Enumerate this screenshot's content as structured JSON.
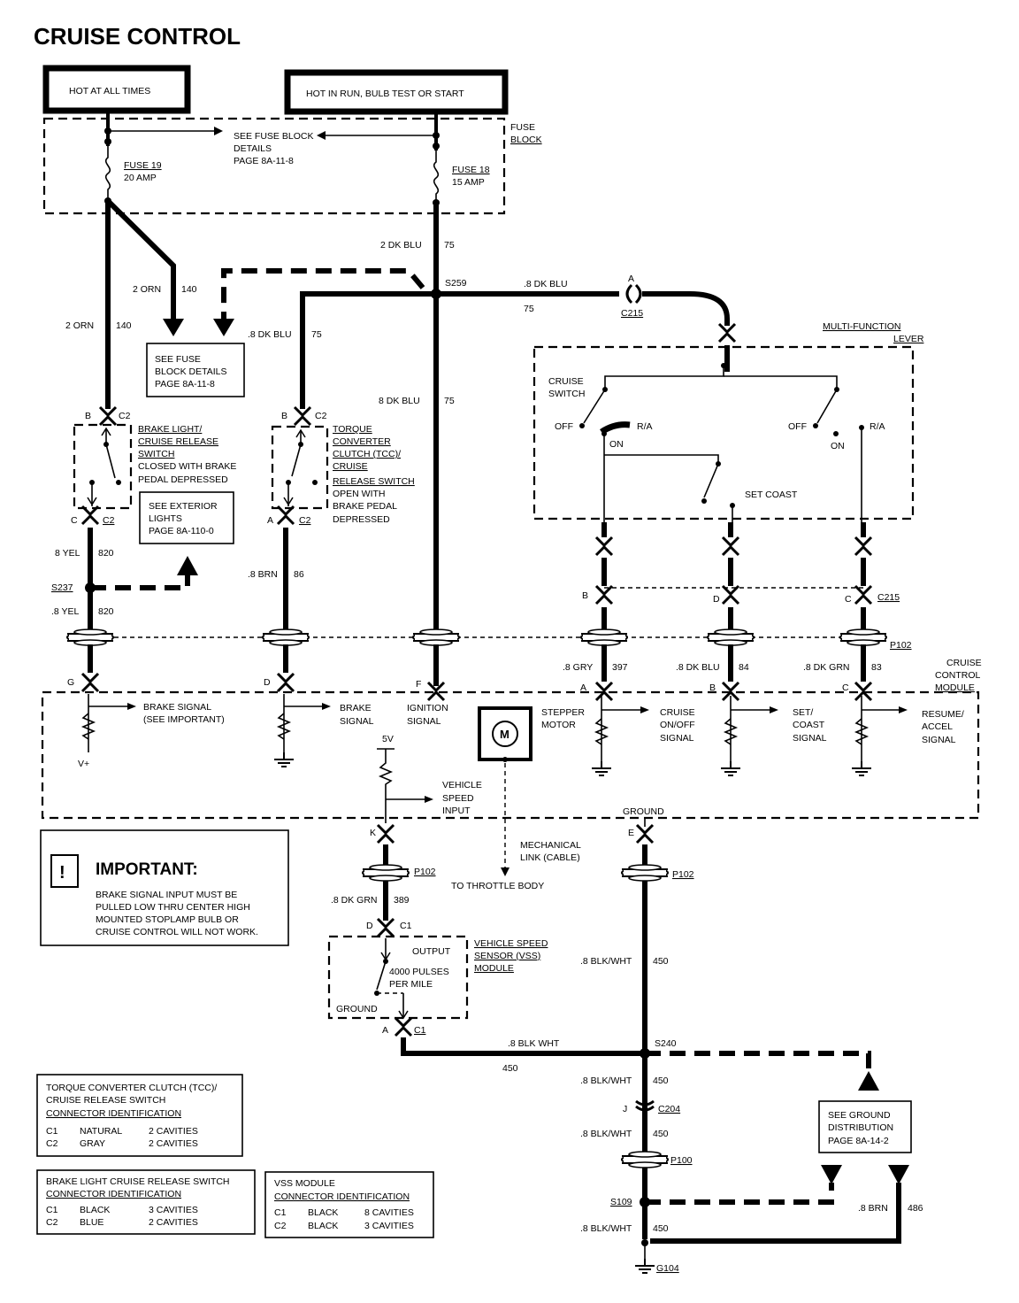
{
  "title": "CRUISE CONTROL",
  "power": {
    "hot_all_times": "HOT AT ALL TIMES",
    "hot_in_run": "HOT IN RUN, BULB TEST OR START"
  },
  "fuse_block": {
    "label1": "FUSE",
    "label2": "BLOCK",
    "see1": "SEE FUSE BLOCK",
    "see2": "DETAILS",
    "see3": "PAGE 8A-11-8",
    "fuse19_a": "FUSE 19",
    "fuse19_b": "20 AMP",
    "fuse18_a": "FUSE 18",
    "fuse18_b": "15 AMP"
  },
  "see_fuse_box": [
    "SEE FUSE",
    "BLOCK DETAILS",
    "PAGE 8A-11-8"
  ],
  "wires": {
    "w_2dkblu75": "2 DK BLU",
    "w_75": "75",
    "w_2orn140a": "2 ORN",
    "w_140a": "140",
    "w_2orn140b": "2 ORN",
    "w_140b": "140",
    "w_8dkblu75": ".8 DK BLU",
    "w_75b": "75",
    "w_8dkblu75c": "8 DK BLU",
    "w_75c": "75",
    "w_8dkblu_top": ".8 DK BLU",
    "w_75d": "75",
    "w_8yel820a": "8 YEL",
    "w_820a": "820",
    "w_8yel820b": ".8 YEL",
    "w_820b": "820",
    "w_8brn86": ".8 BRN",
    "w_86": "86",
    "w_8gry397": ".8 GRY",
    "w_397": "397",
    "w_8dkblu84": ".8 DK BLU",
    "w_84": "84",
    "w_8dkgrn83": ".8 DK GRN",
    "w_83": "83",
    "w_8dkgrn389": ".8 DK GRN",
    "w_389": "389",
    "w_8blkwht450a": ".8 BLK/WHT",
    "w_450a": "450",
    "w_8blkwht_h": ".8 BLK WHT",
    "w_450h": "450",
    "w_8blkwht450b": ".8 BLK/WHT",
    "w_450b": "450",
    "w_8blkwht450c": ".8 BLK/WHT",
    "w_450c": "450",
    "w_8blkwht450d": ".8 BLK/WHT",
    "w_450d": "450",
    "w_8brn486": ".8 BRN",
    "w_486": "486"
  },
  "splices": {
    "s259": "S259",
    "s237": "S237",
    "s240": "S240",
    "s109": "S109",
    "g104": "G104"
  },
  "connectors": {
    "c215_a": "A",
    "c215": "C215",
    "c215b": "C215",
    "p102a": "P102",
    "p102b": "P102",
    "p102c": "P102",
    "p100": "P100",
    "c204": "C204",
    "j": "J",
    "b1": "B",
    "c2a": "C2",
    "c1": "C",
    "c2b": "C2",
    "b2": "B",
    "c2c": "C2",
    "a2": "A",
    "c2d": "C2",
    "pin_b": "B",
    "pin_d": "D",
    "pin_c": "C",
    "mod_g": "G",
    "mod_d": "D",
    "mod_f": "F",
    "mod_a": "A",
    "mod_b": "B",
    "mod_c": "C",
    "mod_k": "K",
    "mod_e": "E",
    "vss_d": "D",
    "vss_c1a": "C1",
    "vss_a": "A",
    "vss_c1b": "C1"
  },
  "brake_switch": [
    "BRAKE LIGHT/",
    "CRUISE RELEASE",
    "SWITCH",
    "CLOSED WITH BRAKE",
    "PEDAL DEPRESSED"
  ],
  "tcc_switch": [
    "TORQUE",
    "CONVERTER",
    "CLUTCH (TCC)/",
    "CRUISE",
    "RELEASE SWITCH",
    "OPEN WITH",
    "BRAKE PEDAL",
    "DEPRESSED"
  ],
  "see_exterior": [
    "SEE EXTERIOR",
    "LIGHTS",
    "PAGE 8A-110-0"
  ],
  "mfl": {
    "label1": "MULTI-FUNCTION",
    "label2": "LEVER",
    "cruise1": "CRUISE",
    "cruise2": "SWITCH",
    "off1": "OFF",
    "ra1": "R/A",
    "on1": "ON",
    "off2": "OFF",
    "ra2": "R/A",
    "on2": "ON",
    "setcoast": "SET COAST"
  },
  "module": {
    "label1": "CRUISE",
    "label2": "CONTROL",
    "label3": "MODULE",
    "brake_sig1": "BRAKE SIGNAL",
    "brake_sig2": "(SEE IMPORTANT)",
    "vplus": "V+",
    "brake1": "BRAKE",
    "brake2": "SIGNAL",
    "ign1": "IGNITION",
    "ign2": "SIGNAL",
    "motor": "M",
    "stepper1": "STEPPER",
    "stepper2": "MOTOR",
    "cruise1": "CRUISE",
    "cruise2": "ON/OFF",
    "cruise3": "SIGNAL",
    "set1": "SET/",
    "set2": "COAST",
    "set3": "SIGNAL",
    "res1": "RESUME/",
    "res2": "ACCEL",
    "res3": "SIGNAL",
    "fivev": "5V",
    "vsi1": "VEHICLE",
    "vsi2": "SPEED",
    "vsi3": "INPUT",
    "ground": "GROUND"
  },
  "mech": [
    "MECHANICAL",
    "LINK (CABLE)",
    "TO THROTTLE BODY"
  ],
  "important": {
    "title": "IMPORTANT:",
    "icon": "!",
    "lines": [
      "BRAKE SIGNAL INPUT MUST BE",
      "PULLED LOW THRU CENTER HIGH",
      "MOUNTED STOPLAMP BULB OR",
      "CRUISE CONTROL WILL NOT WORK."
    ]
  },
  "vss": {
    "output": "OUTPUT",
    "pulses1": "4000 PULSES",
    "pulses2": "PER MILE",
    "ground": "GROUND",
    "name1": "VEHICLE SPEED",
    "name2": "SENSOR (VSS)",
    "name3": "MODULE"
  },
  "see_ground": [
    "SEE GROUND",
    "DISTRIBUTION",
    "PAGE 8A-14-2"
  ],
  "legend_tcc": {
    "h1": "TORQUE CONVERTER CLUTCH (TCC)/",
    "h2": "CRUISE RELEASE SWITCH",
    "h3": "CONNECTOR IDENTIFICATION",
    "r1a": "C1",
    "r1b": "NATURAL",
    "r1c": "2 CAVITIES",
    "r2a": "C2",
    "r2b": "GRAY",
    "r2c": "2 CAVITIES"
  },
  "legend_brake": {
    "h1": "BRAKE LIGHT CRUISE RELEASE SWITCH",
    "h2": "CONNECTOR IDENTIFICATION",
    "r1a": "C1",
    "r1b": "BLACK",
    "r1c": "3 CAVITIES",
    "r2a": "C2",
    "r2b": "BLUE",
    "r2c": "2 CAVITIES"
  },
  "legend_vss": {
    "h1": "VSS MODULE",
    "h2": "CONNECTOR IDENTIFICATION",
    "r1a": "C1",
    "r1b": "BLACK",
    "r1c": "8 CAVITIES",
    "r2a": "C2",
    "r2b": "BLACK",
    "r2c": "3 CAVITIES"
  }
}
